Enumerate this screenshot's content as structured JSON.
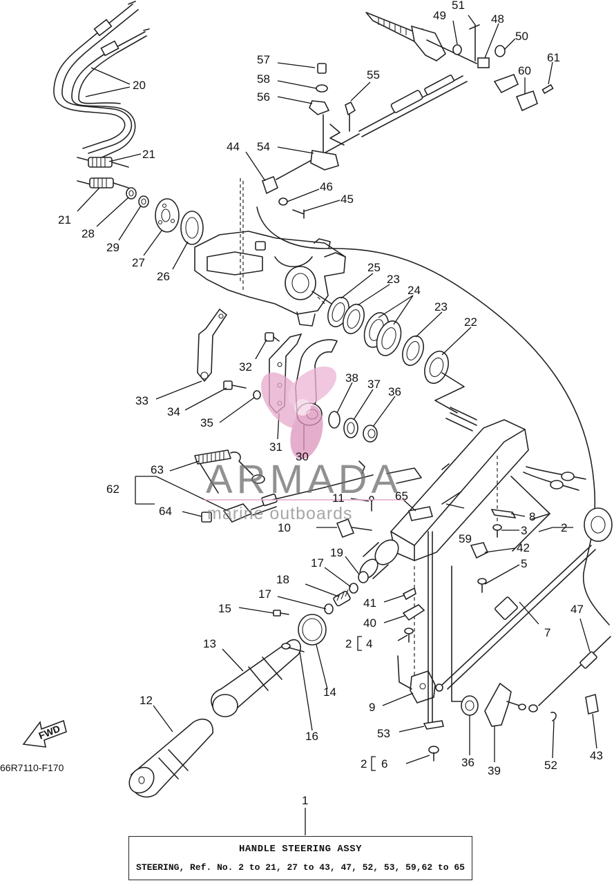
{
  "diagram_code": "66R7110-F170",
  "fwd_label": "FWD",
  "watermark": {
    "brand": "ARMADA",
    "tagline": "marine outboards"
  },
  "assembly": {
    "ref": "1",
    "title": "HANDLE STEERING ASSY",
    "description": "STEERING, Ref. No. 2 to 21, 27 to 43, 47, 52, 53, 59,62 to 65"
  },
  "callouts": {
    "c51": "51",
    "c49": "49",
    "c48": "48",
    "c50": "50",
    "c61": "61",
    "c60": "60",
    "c57": "57",
    "c58": "58",
    "c55": "55",
    "c56": "56",
    "c54": "54",
    "c44": "44",
    "c46": "46",
    "c45": "45",
    "c20": "20",
    "c21a": "21",
    "c21b": "21",
    "c28": "28",
    "c29": "29",
    "c27": "27",
    "c26": "26",
    "c25": "25",
    "c23a": "23",
    "c24": "24",
    "c23b": "23",
    "c22": "22",
    "c32": "32",
    "c38": "38",
    "c37": "37",
    "c36a": "36",
    "c33": "33",
    "c34": "34",
    "c35": "35",
    "c31": "31",
    "c30": "30",
    "c63": "63",
    "c62": "62",
    "c64": "64",
    "c11": "11",
    "c65": "65",
    "c8": "8",
    "c10": "10",
    "c3": "3",
    "c2a": "2",
    "c59": "59",
    "c42": "42",
    "c5": "5",
    "c19": "19",
    "c17a": "17",
    "c18": "18",
    "c17b": "17",
    "c41": "41",
    "c15": "15",
    "c40": "40",
    "c2b": "2",
    "c4": "4",
    "c7": "7",
    "c47": "47",
    "c13": "13",
    "c14": "14",
    "c9": "9",
    "c16": "16",
    "c12": "12",
    "c53": "53",
    "c2c": "2",
    "c6": "6",
    "c36b": "36",
    "c39": "39",
    "c52": "52",
    "c43": "43"
  }
}
